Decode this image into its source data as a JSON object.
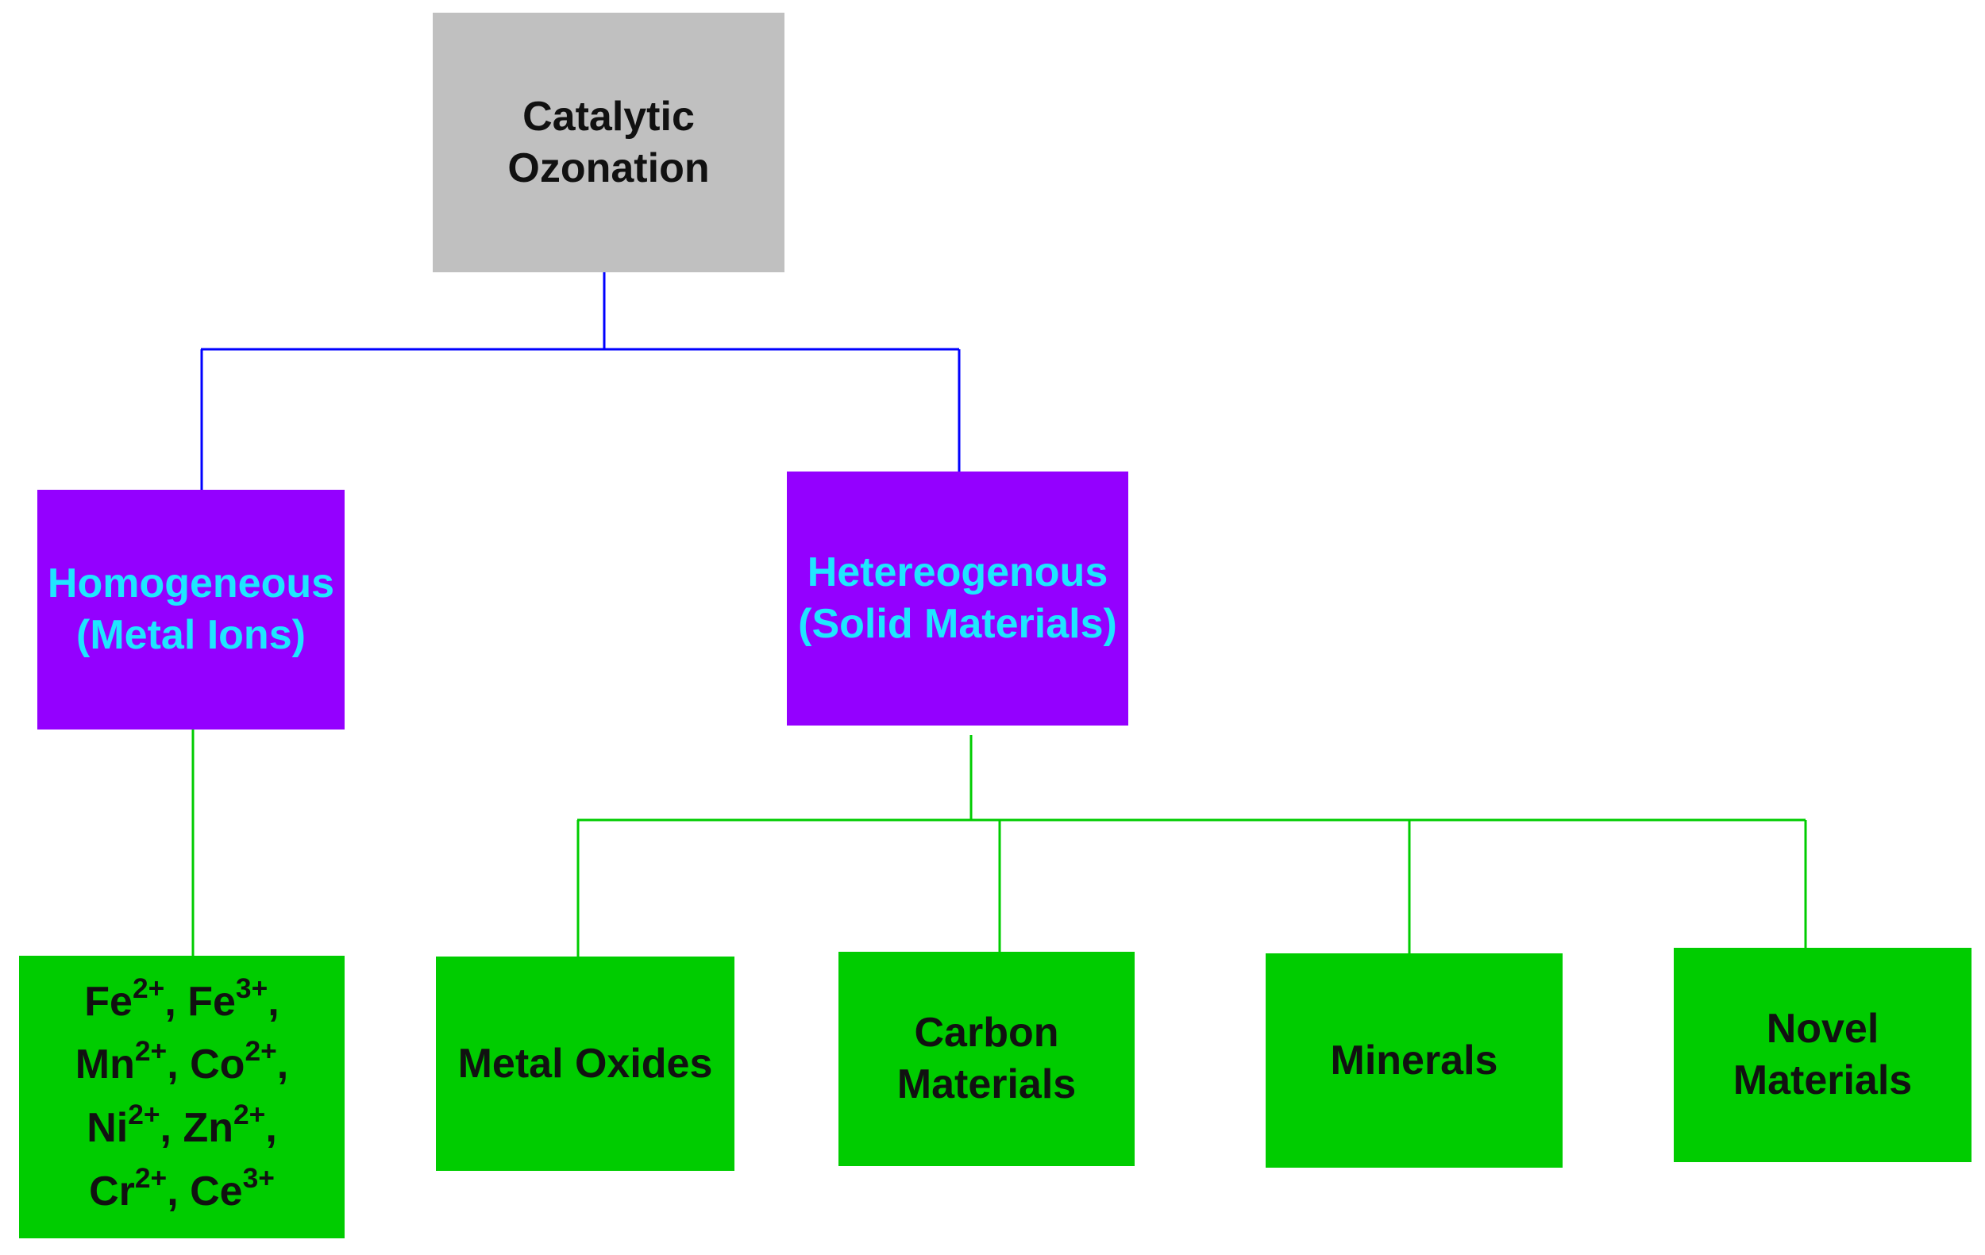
{
  "colors": {
    "root_fill": "#c0c0c0",
    "category_fill": "#9400ff",
    "category_text": "#1ee6ff",
    "leaf_fill": "#00cc00",
    "text_dark": "#111111",
    "connector_top": "#0000ff",
    "connector_bottom": "#00cc00"
  },
  "root": {
    "lines": [
      "Catalytic",
      "Ozonation"
    ]
  },
  "categories": {
    "homogeneous": {
      "lines": [
        "Homogeneous",
        "(Metal Ions)"
      ]
    },
    "heterogeneous": {
      "lines": [
        "Hetereogenous",
        "(Solid Materials)"
      ]
    }
  },
  "ions": {
    "rows": [
      [
        [
          "Fe",
          "2+",
          ", "
        ],
        [
          "Fe",
          "3+",
          ","
        ]
      ],
      [
        [
          "Mn",
          "2+",
          ", "
        ],
        [
          "Co",
          "2+",
          ","
        ]
      ],
      [
        [
          "Ni",
          "2+",
          ", "
        ],
        [
          "Zn",
          "2+",
          ","
        ]
      ],
      [
        [
          "Cr",
          "2+",
          ", "
        ],
        [
          "Ce",
          "3+",
          ""
        ]
      ]
    ]
  },
  "leaves": {
    "metal_oxides": {
      "lines": [
        "Metal Oxides"
      ]
    },
    "carbon": {
      "lines": [
        "Carbon",
        "Materials"
      ]
    },
    "minerals": {
      "lines": [
        "Minerals"
      ]
    },
    "novel": {
      "lines": [
        "Novel",
        "Materials"
      ]
    }
  }
}
